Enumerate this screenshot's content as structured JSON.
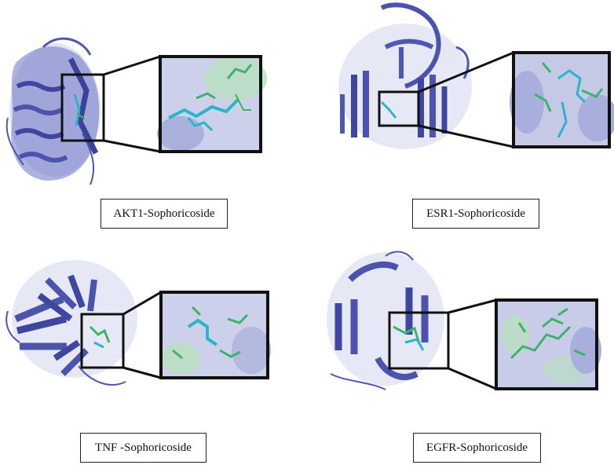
{
  "panels": [
    {
      "label": "AKT1-Sophoricoside"
    },
    {
      "label": "ESR1-Sophoricoside"
    },
    {
      "label": "TNF -Sophoricoside"
    },
    {
      "label": "EGFR-Sophoricoside"
    }
  ],
  "colors": {
    "protein": "#5b63b8",
    "protein_light": "#9aa0d8",
    "ligand": "#2ab5c8",
    "residue": "#3db36a",
    "zoom_bg": "#c9cce8",
    "frame": "#111111"
  }
}
